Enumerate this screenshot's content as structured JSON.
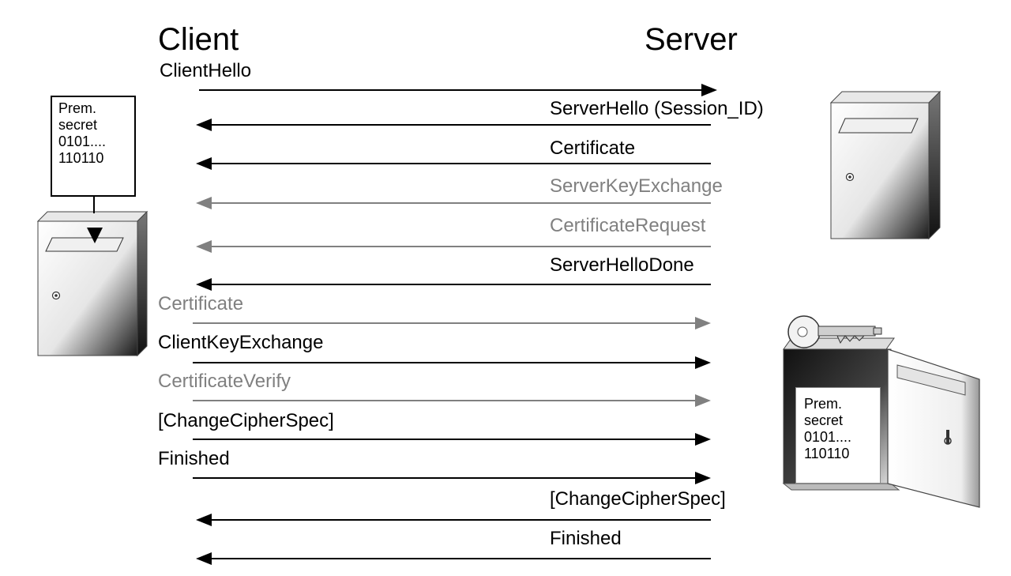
{
  "parties": {
    "client": "Client",
    "server": "Server"
  },
  "messages": [
    {
      "label": "ClientHello",
      "direction": "client-to-server",
      "optional": false
    },
    {
      "label": "ServerHello (Session_ID)",
      "direction": "server-to-client",
      "optional": false
    },
    {
      "label": "Certificate",
      "direction": "server-to-client",
      "optional": false
    },
    {
      "label": "ServerKeyExchange",
      "direction": "server-to-client",
      "optional": true
    },
    {
      "label": "CertificateRequest",
      "direction": "server-to-client",
      "optional": true
    },
    {
      "label": "ServerHelloDone",
      "direction": "server-to-client",
      "optional": false
    },
    {
      "label": "Certificate",
      "direction": "client-to-server",
      "optional": true
    },
    {
      "label": "ClientKeyExchange",
      "direction": "client-to-server",
      "optional": false
    },
    {
      "label": "CertificateVerify",
      "direction": "client-to-server",
      "optional": true
    },
    {
      "label": "[ChangeCipherSpec]",
      "direction": "client-to-server",
      "optional": false
    },
    {
      "label": "Finished",
      "direction": "client-to-server",
      "optional": false
    },
    {
      "label": "[ChangeCipherSpec]",
      "direction": "server-to-client",
      "optional": false
    },
    {
      "label": "Finished",
      "direction": "server-to-client",
      "optional": false
    }
  ],
  "client_note": {
    "lines": [
      "Prem.",
      "secret",
      "0101....",
      "110110"
    ]
  },
  "server_note": {
    "lines": [
      "Prem.",
      "secret",
      "0101....",
      "110110"
    ]
  },
  "colors": {
    "active": "#000000",
    "optional": "#808080"
  },
  "icons": {
    "client_box": "mailbox-icon",
    "server_box": "mailbox-icon",
    "safe": "open-safe-with-key-icon"
  }
}
